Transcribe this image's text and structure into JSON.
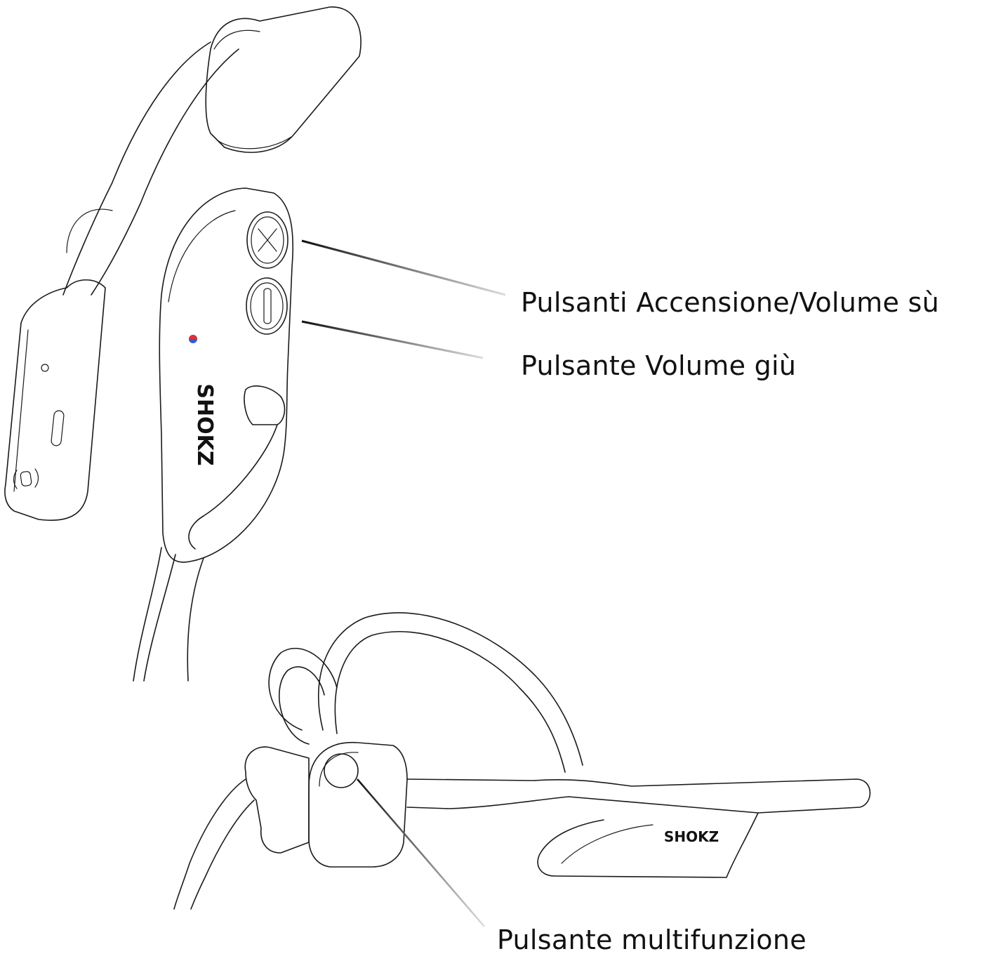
{
  "labels": {
    "power_volume_up": "Pulsanti Accensione/Volume sù",
    "volume_down": "Pulsante Volume giù",
    "multifunction": "Pulsante multifunzione"
  },
  "brand": {
    "logo_text_top": "SHOKZ",
    "logo_text_bottom": "SHOKZ"
  },
  "colors": {
    "line": "#1a1a1a",
    "indicator_red": "#e0303a",
    "indicator_blue": "#2f5fd0"
  }
}
